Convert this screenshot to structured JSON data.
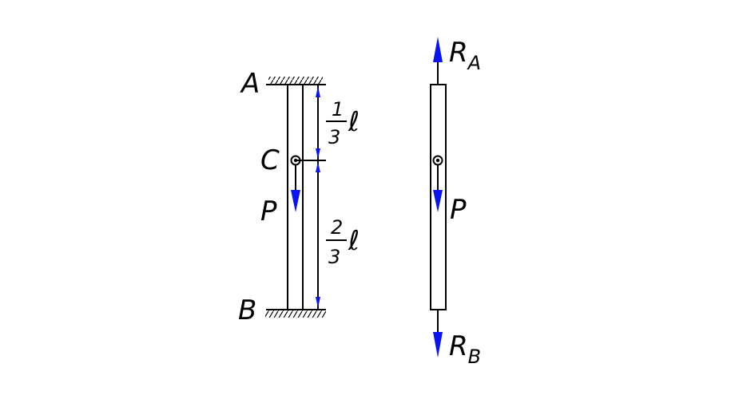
{
  "colors": {
    "line": "#000000",
    "arrow": "#0a14f0",
    "background": "#ffffff"
  },
  "left": {
    "point_top": "A",
    "point_mid": "C",
    "point_bottom": "B",
    "load": "P",
    "dim_top": {
      "numerator": "1",
      "denominator": "3",
      "symbol": "ℓ"
    },
    "dim_bottom": {
      "numerator": "2",
      "denominator": "3",
      "symbol": "ℓ"
    }
  },
  "right": {
    "reaction_top": {
      "main": "R",
      "sub": "A"
    },
    "reaction_bottom": {
      "main": "R",
      "sub": "B"
    },
    "load": "P"
  }
}
